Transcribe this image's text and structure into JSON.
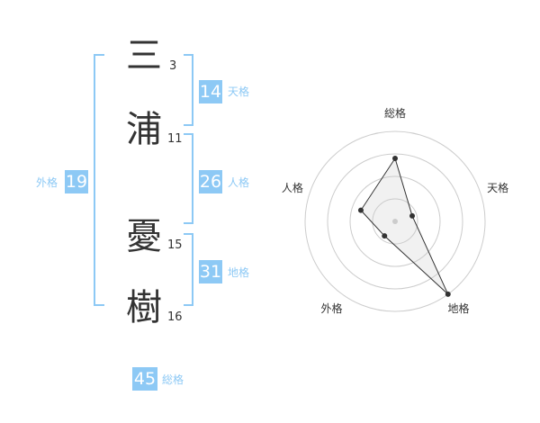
{
  "name": {
    "chars": [
      {
        "char": "三",
        "strokes": "3"
      },
      {
        "char": "浦",
        "strokes": "11"
      },
      {
        "char": "憂",
        "strokes": "15"
      },
      {
        "char": "樹",
        "strokes": "16"
      }
    ]
  },
  "kaku": {
    "ten": {
      "value": "14",
      "label": "天格"
    },
    "jin": {
      "value": "26",
      "label": "人格"
    },
    "chi": {
      "value": "31",
      "label": "地格"
    },
    "gai": {
      "value": "19",
      "label": "外格"
    },
    "sou": {
      "value": "45",
      "label": "総格"
    }
  },
  "colors": {
    "accent": "#8dc9f5",
    "text": "#333333",
    "ring": "#cccccc"
  },
  "chart_data": {
    "type": "radar",
    "axes": [
      "総格",
      "天格",
      "地格",
      "外格",
      "人格"
    ],
    "values": [
      0.7,
      0.2,
      1.0,
      0.2,
      0.4
    ],
    "range": [
      0,
      1
    ],
    "rings": 4
  }
}
